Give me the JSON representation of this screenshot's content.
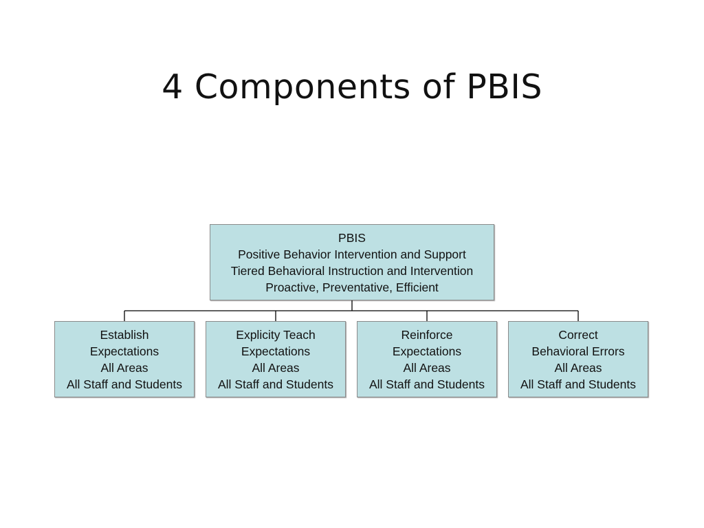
{
  "slide": {
    "title": "4 Components of PBIS"
  },
  "diagram": {
    "root": {
      "lines": [
        "PBIS",
        "Positive Behavior Intervention and Support",
        "Tiered Behavioral Instruction and Intervention",
        "Proactive, Preventative, Efficient"
      ]
    },
    "children": [
      {
        "lines": [
          "Establish",
          "Expectations",
          "All Areas",
          "All Staff and Students"
        ]
      },
      {
        "lines": [
          "Explicity Teach",
          "Expectations",
          "All Areas",
          "All Staff and Students"
        ]
      },
      {
        "lines": [
          "Reinforce",
          "Expectations",
          "All Areas",
          "All Staff and Students"
        ]
      },
      {
        "lines": [
          "Correct",
          "Behavioral Errors",
          "All Areas",
          "All Staff and Students"
        ]
      }
    ],
    "colors": {
      "box_fill": "#bde0e3",
      "box_border": "#8a8a8a",
      "connector": "#000000"
    }
  }
}
